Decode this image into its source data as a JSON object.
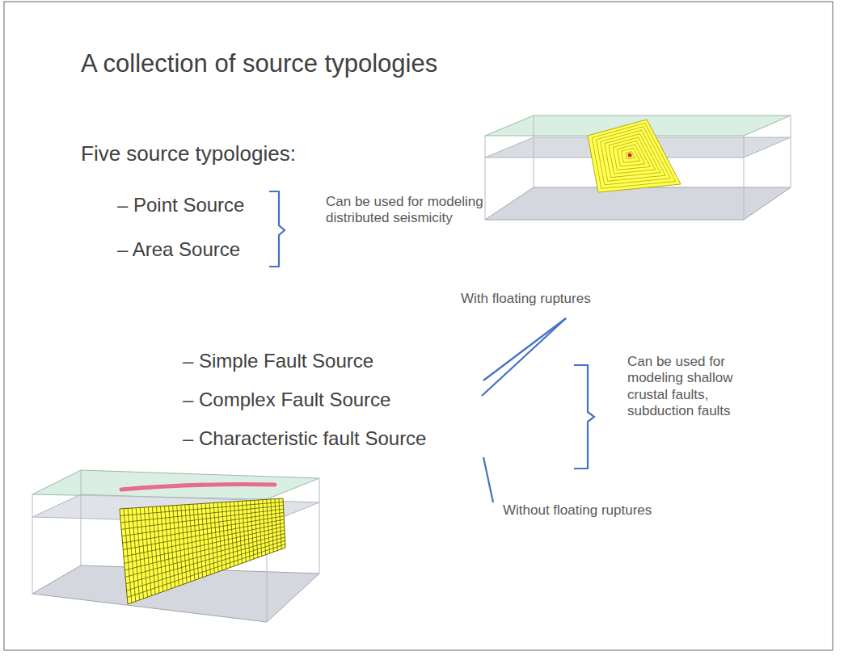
{
  "diagram": {
    "title": "A collection of source typologies",
    "labels": [
      "Five source typologies:",
      "– Point Source",
      "– Area Source",
      "Can be used for modeling distributed seismicity",
      "With floating ruptures",
      "– Simple Fault Source",
      "– Complex Fault Source",
      "– Characteristic fault Source",
      "Can be used for modeling shallow crustal faults, subduction faults",
      "Without floating ruptures"
    ]
  }
}
